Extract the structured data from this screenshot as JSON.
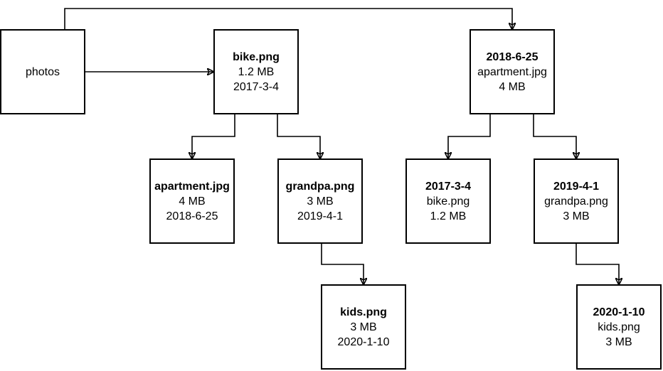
{
  "nodes": {
    "photos": {
      "lines": [
        "photos"
      ]
    },
    "bike": {
      "lines": [
        "bike.png",
        "1.2 MB",
        "2017-3-4"
      ]
    },
    "apartment": {
      "lines": [
        "apartment.jpg",
        "4 MB",
        "2018-6-25"
      ]
    },
    "grandpa": {
      "lines": [
        "grandpa.png",
        "3 MB",
        "2019-4-1"
      ]
    },
    "kids": {
      "lines": [
        "kids.png",
        "3 MB",
        "2020-1-10"
      ]
    },
    "date_2018_6_25": {
      "lines": [
        "2018-6-25",
        "apartment.jpg",
        "4 MB"
      ]
    },
    "date_2017_3_4": {
      "lines": [
        "2017-3-4",
        "bike.png",
        "1.2 MB"
      ]
    },
    "date_2019_4_1": {
      "lines": [
        "2019-4-1",
        "grandpa.png",
        "3 MB"
      ]
    },
    "date_2020_1_10": {
      "lines": [
        "2020-1-10",
        "kids.png",
        "3 MB"
      ]
    }
  },
  "colors": {
    "stroke": "#000000",
    "node_fill": "#ffffff",
    "text": "#000000"
  }
}
